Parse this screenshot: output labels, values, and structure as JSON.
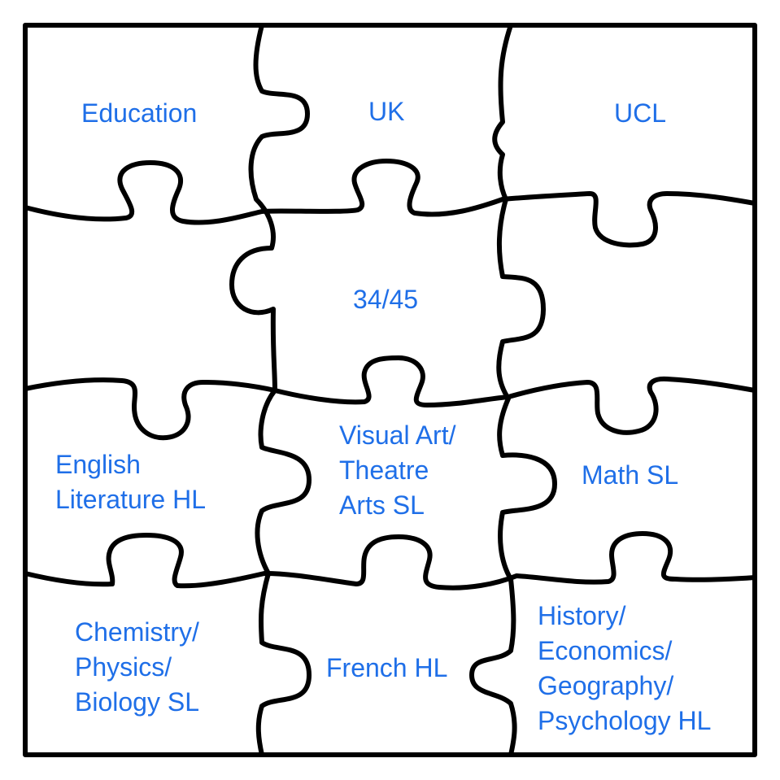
{
  "colors": {
    "label_text": "#1f6fe8",
    "outline": "#000000",
    "background": "#ffffff"
  },
  "pieces": [
    {
      "id": "education",
      "lines": [
        "Education"
      ]
    },
    {
      "id": "uk",
      "lines": [
        "UK"
      ]
    },
    {
      "id": "ucl",
      "lines": [
        "UCL"
      ]
    },
    {
      "id": "score",
      "lines": [
        "34/45"
      ]
    },
    {
      "id": "english-literature",
      "lines": [
        "English",
        "Literature HL"
      ]
    },
    {
      "id": "visual-art-theatre",
      "lines": [
        "Visual Art/",
        "Theatre",
        "Arts SL"
      ]
    },
    {
      "id": "math",
      "lines": [
        "Math SL"
      ]
    },
    {
      "id": "sciences",
      "lines": [
        "Chemistry/",
        "Physics/",
        "Biology SL"
      ]
    },
    {
      "id": "french",
      "lines": [
        "French HL"
      ]
    },
    {
      "id": "humanities",
      "lines": [
        "History/",
        "Economics/",
        "Geography/",
        "Psychology HL"
      ]
    }
  ]
}
